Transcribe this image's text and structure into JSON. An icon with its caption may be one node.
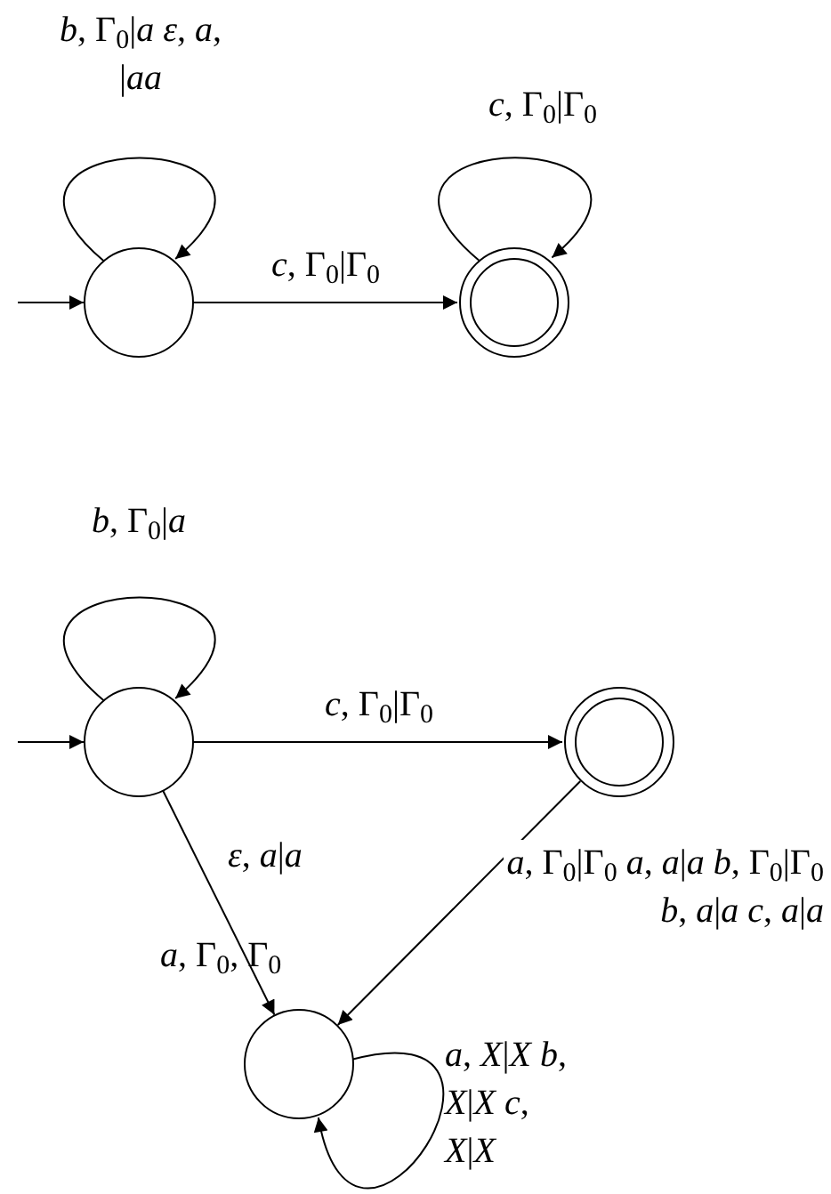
{
  "diagram": {
    "nodes": [
      {
        "text": [],
        "shape": "circle"
      },
      {
        "text": [],
        "shape": "double-circle"
      },
      {
        "text": [],
        "shape": "circle"
      },
      {
        "text": [],
        "shape": "double-circle"
      },
      {
        "text": [],
        "shape": "circle"
      }
    ],
    "edges": [
      {
        "from": null,
        "to": 0,
        "arrow": "to"
      },
      {
        "from": 0,
        "to": 0,
        "arrow": "to",
        "label": "*b*, Γ$_{0}$|*a* *ε*, *a*, |*aa*"
      },
      {
        "from": 0,
        "to": 1,
        "arrow": "to",
        "label": "*c*, Γ$_{0}$|Γ$_{0}$"
      },
      {
        "from": 1,
        "to": 1,
        "arrow": "to",
        "label": "*c*, Γ$_{0}$|Γ$_{0}$"
      },
      {
        "from": null,
        "to": 2,
        "arrow": "to"
      },
      {
        "from": 2,
        "to": 2,
        "arrow": "to",
        "label": "*b*, Γ$_{0}$|*a*"
      },
      {
        "from": 2,
        "to": 3,
        "arrow": "to",
        "label": "*c*, Γ$_{0}$|Γ$_{0}$"
      },
      {
        "from": 2,
        "to": 4,
        "arrow": "to",
        "label": "*ε*, *a*|*a*"
      },
      {
        "from": 3,
        "to": 4,
        "arrow": "to",
        "label": "*a*, Γ$_{0}$|Γ$_{0}$ *a*, *a*|*a* *b*, Γ$_{0}$|Γ$_{0}$ *b*, *a*|*a* *c*, *a*|*a*"
      },
      {
        "from": 4,
        "to": 4,
        "arrow": "to",
        "label": "*a*, *X*|*X* *b*, *X*|*X* *c*, *X*|*X*"
      }
    ],
    "labels": [
      "*a*, Γ$_{0}$, Γ$_{0}$"
    ]
  }
}
